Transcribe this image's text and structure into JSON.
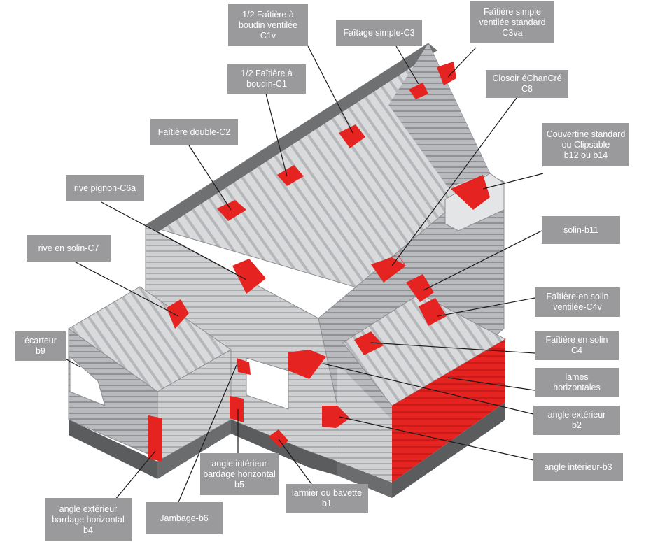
{
  "colors": {
    "accent_red": "#e52421",
    "label_bg": "#9a9a9c",
    "label_text": "#ffffff",
    "cladding": "#c9cacc",
    "cladding_dark": "#9ea0a3",
    "roof_dark": "#6f7072",
    "base": "#5b5c5e"
  },
  "labels": [
    {
      "id": "faitiere-boudin-ventilee",
      "lines": [
        "1/2 Faîtière à",
        "boudin ventilée",
        "C1v"
      ]
    },
    {
      "id": "faitage-simple",
      "lines": [
        "Faîtage simple-C3"
      ]
    },
    {
      "id": "faitiere-simple-ventilee",
      "lines": [
        "Faîtière simple",
        "ventilée standard",
        "C3va"
      ]
    },
    {
      "id": "faitiere-boudin",
      "lines": [
        "1/2 Faîtière à",
        "boudin-C1"
      ]
    },
    {
      "id": "closoir-echancre",
      "lines": [
        "Closoir éChanCré",
        "C8"
      ]
    },
    {
      "id": "faitiere-double",
      "lines": [
        "Faîtière double-C2"
      ]
    },
    {
      "id": "couvertine",
      "lines": [
        "Couvertine standard",
        "ou Clipsable",
        "b12 ou b14"
      ]
    },
    {
      "id": "rive-pignon",
      "lines": [
        "rive pignon-C6a"
      ]
    },
    {
      "id": "solin",
      "lines": [
        "solin-b11"
      ]
    },
    {
      "id": "rive-en-solin",
      "lines": [
        "rive en solin-C7"
      ]
    },
    {
      "id": "faitiere-solin-ventilee",
      "lines": [
        "Faîtière en solin",
        "ventilée-C4v"
      ]
    },
    {
      "id": "ecarteur",
      "lines": [
        "écarteur",
        "b9"
      ]
    },
    {
      "id": "faitiere-solin",
      "lines": [
        "Faîtière en solin",
        "C4"
      ]
    },
    {
      "id": "lames-horizontales",
      "lines": [
        "lames",
        "horizontales"
      ]
    },
    {
      "id": "angle-exterieur",
      "lines": [
        "angle extérieur",
        "b2"
      ]
    },
    {
      "id": "angle-interieur-bardage",
      "lines": [
        "angle intérieur",
        "bardage horizontal",
        "b5"
      ]
    },
    {
      "id": "angle-interieur",
      "lines": [
        "angle intérieur-b3"
      ]
    },
    {
      "id": "larmier",
      "lines": [
        "larmier ou bavette",
        "b1"
      ]
    },
    {
      "id": "angle-exterieur-bardage",
      "lines": [
        "angle extérieur",
        "bardage horizontal",
        "b4"
      ]
    },
    {
      "id": "jambage",
      "lines": [
        "Jambage-b6"
      ]
    }
  ]
}
